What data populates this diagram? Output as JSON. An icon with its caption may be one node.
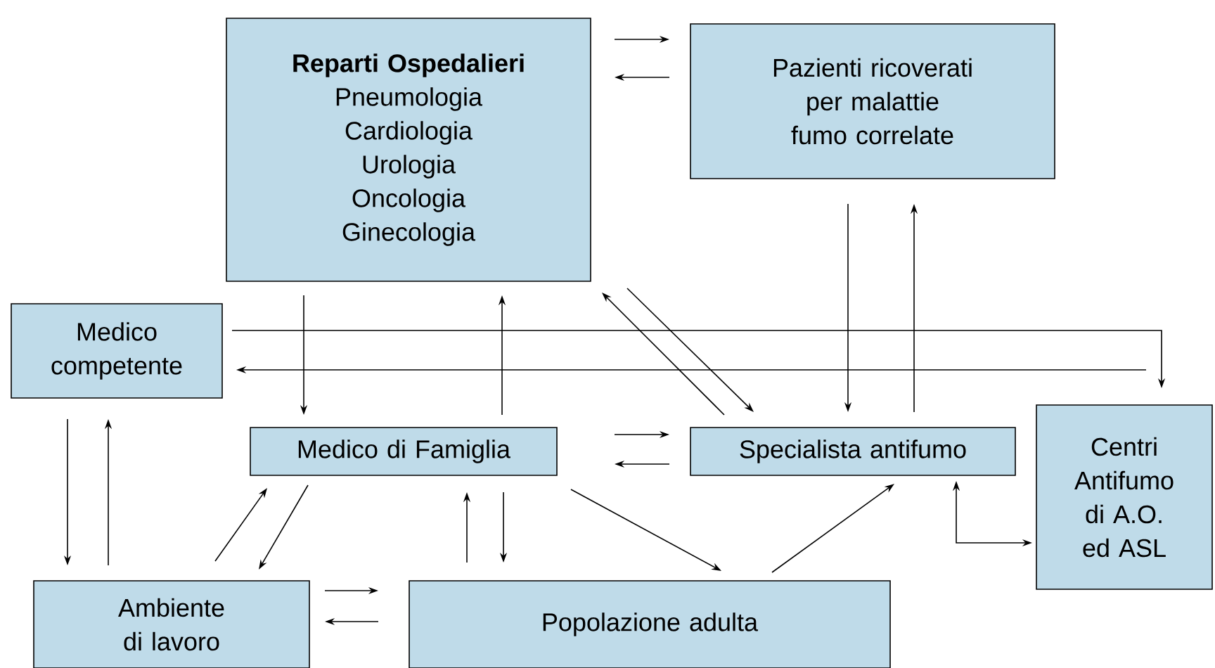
{
  "diagram": {
    "nodes": [
      {
        "text": [
          "Reparti Ospedalieri",
          "Pneumologia",
          "Cardiologia",
          "Urologia",
          "Oncologia",
          "Ginecologia"
        ]
      },
      {
        "text": [
          "Pazienti ricoverati per malattie fumo correlate"
        ]
      },
      {
        "text": [
          "Medico competente"
        ]
      },
      {
        "text": [
          "Medico di Famiglia"
        ]
      },
      {
        "text": [
          "Specialista antifumo"
        ]
      },
      {
        "text": [
          "Centri Antifumo di A.O. ed ASL"
        ]
      },
      {
        "text": [
          "Ambiente di lavoro"
        ]
      },
      {
        "text": [
          "Popolazione adulta"
        ]
      }
    ],
    "edges": [
      {
        "from": 0,
        "to": 1,
        "arrow": "to"
      },
      {
        "from": 1,
        "to": 0,
        "arrow": "to"
      },
      {
        "from": 1,
        "to": 4,
        "arrow": "to"
      },
      {
        "from": 4,
        "to": 1,
        "arrow": "to"
      },
      {
        "from": 0,
        "to": 3,
        "arrow": "to"
      },
      {
        "from": 3,
        "to": 0,
        "arrow": "to"
      },
      {
        "from": 4,
        "to": 0,
        "arrow": "to"
      },
      {
        "from": 0,
        "to": 4,
        "arrow": "to"
      },
      {
        "from": 2,
        "to": 5,
        "arrow": "to"
      },
      {
        "from": 5,
        "to": 2,
        "arrow": "to"
      },
      {
        "from": 3,
        "to": 4,
        "arrow": "to"
      },
      {
        "from": 4,
        "to": 3,
        "arrow": "to"
      },
      {
        "from": 2,
        "to": 6,
        "arrow": "to"
      },
      {
        "from": 6,
        "to": 2,
        "arrow": "to"
      },
      {
        "from": 6,
        "to": 3,
        "arrow": "to"
      },
      {
        "from": 3,
        "to": 6,
        "arrow": "to"
      },
      {
        "from": 7,
        "to": 3,
        "arrow": "to"
      },
      {
        "from": 3,
        "to": 7,
        "arrow": "to"
      },
      {
        "from": 3,
        "to": 7,
        "arrow": "to"
      },
      {
        "from": 7,
        "to": 4,
        "arrow": "to"
      },
      {
        "from": 4,
        "to": 5,
        "arrow": "both"
      },
      {
        "from": 6,
        "to": 7,
        "arrow": "to"
      },
      {
        "from": 7,
        "to": 6,
        "arrow": "to"
      }
    ]
  }
}
